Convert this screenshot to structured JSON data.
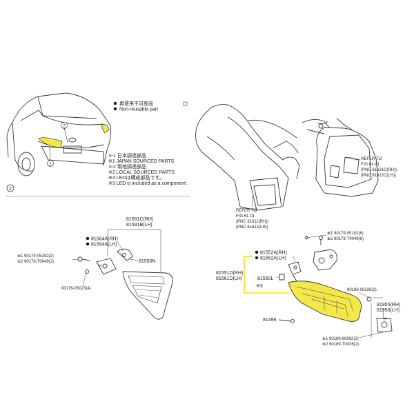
{
  "legend": {
    "nonreusable_jp": "再使用不可部品",
    "nonreusable_en": "Non-reusable part"
  },
  "notes": [
    "※1 日本調達部品",
    "※1 JAPAN SOURCED PARTS",
    "※2 現地調達部品",
    "※2 LOCAL SOURCED PARTS",
    "※3 LEDは構成部品です。",
    "※3 LED is included as a component."
  ],
  "callouts": {
    "car_1": "1",
    "car_2": "2",
    "section_2": "2"
  },
  "refer_top": [
    "REFER TO",
    "FIG 61-01",
    "(PNC 61621C(RH))",
    "(PNC 61622C(LH))"
  ],
  "refer_mid": [
    "REFER TO",
    "FIG 61-01",
    "(PNC 61611(RH))",
    "(PNC 61612(LH))"
  ],
  "inner_lamp": {
    "p81581": "81581C(RH)",
    "p81591": "81591B(LH)",
    "p81584": "81584A(RH)",
    "p81594": "81594A(LH)",
    "p81550n": "81550N",
    "bolt1": "※1 90179-05102(2)",
    "bolt2": "※2 90178-T0049(2)",
    "screw": "90176-05023(4)",
    "mark_h": "H"
  },
  "outer_lamp": {
    "top1": "※1 90179-05102(6)",
    "top2": "※2 90178-T0049(6)",
    "p81552": "81552A(RH)",
    "p81562": "81562A(LH)",
    "p81551": "81551D(RH)",
    "p81561": "81561D(LH)",
    "mark3": "※3",
    "p81550l": "81550L",
    "p81496": "81496",
    "clip": "90189-06229(2)",
    "p81955": "81955(RH)",
    "p81956": "81956(LH)",
    "bottom1": "※1 90189-60602(2)",
    "bottom2": "※2 90189-T0036(2)",
    "mark_h": "H"
  },
  "colors": {
    "highlight": "#f2e84a",
    "line": "#222222"
  }
}
